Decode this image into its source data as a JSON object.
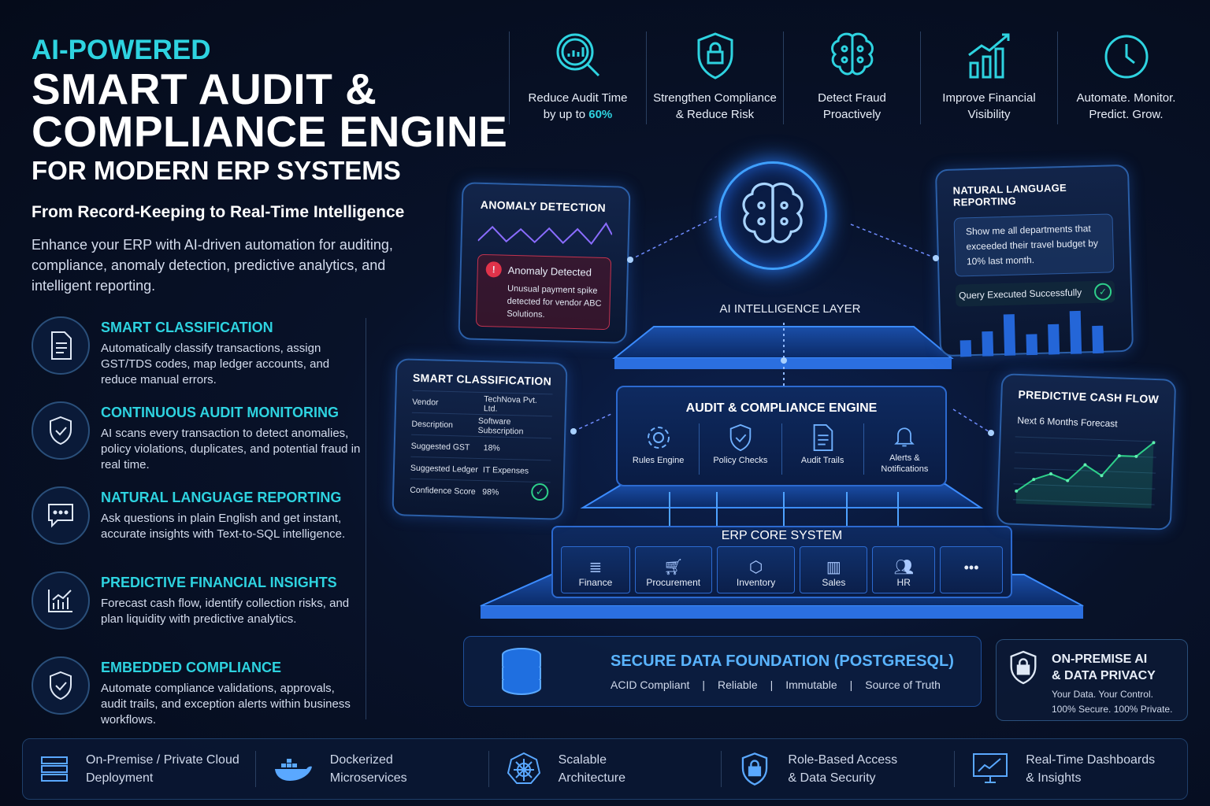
{
  "header": {
    "eyebrow": "AI-POWERED",
    "title_line1": "SMART AUDIT &",
    "title_line2": "COMPLIANCE ENGINE",
    "subtitle": "FOR MODERN ERP SYSTEMS",
    "tagline": "From Record-Keeping to Real-Time Intelligence",
    "intro": "Enhance your ERP with AI-driven automation for auditing, compliance, anomaly detection, predictive analytics, and intelligent reporting."
  },
  "features": [
    {
      "icon": "document-icon",
      "title": "SMART CLASSIFICATION",
      "desc": "Automatically classify transactions, assign GST/TDS codes, map ledger accounts, and reduce manual errors."
    },
    {
      "icon": "shield-check-icon",
      "title": "CONTINUOUS AUDIT MONITORING",
      "desc": "AI scans every transaction to detect anomalies, policy violations, duplicates, and potential fraud in real time."
    },
    {
      "icon": "chat-icon",
      "title": "NATURAL LANGUAGE REPORTING",
      "desc": "Ask questions in plain English and get instant, accurate insights with Text-to-SQL intelligence."
    },
    {
      "icon": "chart-icon",
      "title": "PREDICTIVE FINANCIAL INSIGHTS",
      "desc": "Forecast cash flow, identify collection risks, and plan liquidity with predictive analytics."
    },
    {
      "icon": "shield-check-icon",
      "title": "EMBEDDED COMPLIANCE",
      "desc": "Automate compliance validations, approvals, audit trails, and exception alerts within business workflows."
    }
  ],
  "benefits": [
    {
      "icon": "magnifier-chart-icon",
      "line1": "Reduce Audit Time",
      "line2_prefix": "by up to ",
      "highlight": "60%"
    },
    {
      "icon": "shield-person-icon",
      "line1": "Strengthen Compliance",
      "line2": "& Reduce Risk"
    },
    {
      "icon": "brain-icon",
      "line1": "Detect Fraud",
      "line2": "Proactively"
    },
    {
      "icon": "growth-chart-icon",
      "line1": "Improve Financial",
      "line2": "Visibility"
    },
    {
      "icon": "clock-icon",
      "line1": "Automate. Monitor.",
      "line2": "Predict. Grow."
    }
  ],
  "anomaly_card": {
    "title": "ANOMALY DETECTION",
    "alert_title": "Anomaly Detected",
    "alert_text": "Unusual payment spike detected for vendor ABC Solutions."
  },
  "classification_card": {
    "title": "SMART CLASSIFICATION",
    "rows": [
      [
        "Vendor",
        "TechNova Pvt. Ltd."
      ],
      [
        "Description",
        "Software Subscription"
      ],
      [
        "Suggested GST",
        "18%"
      ],
      [
        "Suggested Ledger",
        "IT Expenses"
      ],
      [
        "Confidence Score",
        "98%"
      ]
    ]
  },
  "nl_card": {
    "title": "NATURAL LANGUAGE REPORTING",
    "query": "Show me all departments that exceeded their travel budget by 10% last month.",
    "status": "Query Executed Successfully",
    "bars": [
      30,
      45,
      75,
      38,
      55,
      78,
      50
    ]
  },
  "cashflow_card": {
    "title": "PREDICTIVE CASH FLOW",
    "subtitle": "Next 6 Months Forecast",
    "points": [
      10,
      22,
      28,
      22,
      38,
      28,
      48,
      48,
      62
    ]
  },
  "ai_layer": {
    "label": "AI INTELLIGENCE LAYER"
  },
  "engine": {
    "title": "AUDIT & COMPLIANCE ENGINE",
    "modules": [
      {
        "icon": "gear-icon",
        "label": "Rules Engine"
      },
      {
        "icon": "shield-check-icon",
        "label": "Policy Checks"
      },
      {
        "icon": "document-icon",
        "label": "Audit Trails"
      },
      {
        "icon": "bell-icon",
        "label": "Alerts & Notifications"
      }
    ]
  },
  "erp": {
    "title": "ERP CORE SYSTEM",
    "modules": [
      {
        "icon": "coins-icon",
        "label": "Finance"
      },
      {
        "icon": "cart-icon",
        "label": "Procurement"
      },
      {
        "icon": "box-icon",
        "label": "Inventory"
      },
      {
        "icon": "chart-icon",
        "label": "Sales"
      },
      {
        "icon": "users-icon",
        "label": "HR"
      },
      {
        "icon": "more-icon",
        "label": "•••"
      }
    ]
  },
  "foundation": {
    "title": "SECURE DATA FOUNDATION (POSTGRESQL)",
    "tags": [
      "ACID Compliant",
      "Reliable",
      "Immutable",
      "Source of Truth"
    ]
  },
  "privacy": {
    "title_line1": "ON-PREMISE AI",
    "title_line2": "& DATA PRIVACY",
    "line1": "Your Data. Your Control.",
    "line2": "100% Secure. 100% Private."
  },
  "bottom": [
    {
      "icon": "server-icon",
      "line1": "On-Premise / Private Cloud",
      "line2": "Deployment"
    },
    {
      "icon": "docker-icon",
      "line1": "Dockerized",
      "line2": "Microservices"
    },
    {
      "icon": "helm-icon",
      "line1": "Scalable",
      "line2": "Architecture"
    },
    {
      "icon": "lock-icon",
      "line1": "Role-Based Access",
      "line2": "& Data Security"
    },
    {
      "icon": "monitor-chart-icon",
      "line1": "Real-Time Dashboards",
      "line2": "& Insights"
    }
  ],
  "colors": {
    "accent": "#2ed3e0",
    "primary": "#2b6fe0",
    "alert": "#e0334a",
    "success": "#2ecf8a"
  }
}
